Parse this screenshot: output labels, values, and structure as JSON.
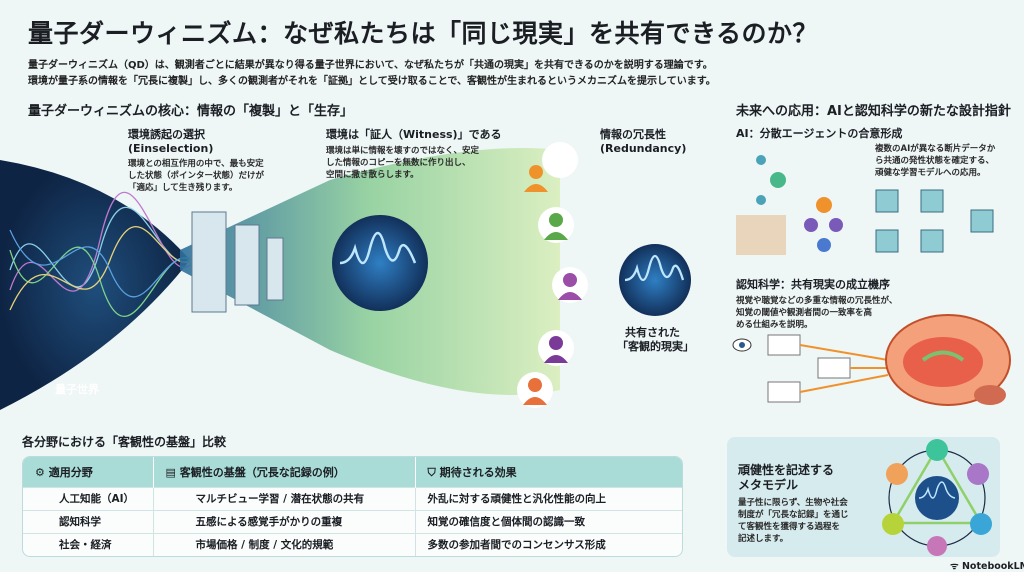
{
  "title": "量子ダーウィニズム：なぜ私たちは「同じ現実」を共有できるのか？",
  "subtitle": [
    "量子ダーウィニズム（QD）は、観測者ごとに結果が異なり得る量子世界において、なぜ私たちが「共通の現実」を共有できるのかを説明する理論です。",
    "環境が量子系の情報を「冗長に複製」し、多くの観測者がそれを「証拠」として受け取ることで、客観性が生まれるというメカニズムを提示しています。"
  ],
  "core": {
    "heading": "量子ダーウィニズムの核心：情報の「複製」と「生存」",
    "quantum_world": "量子世界",
    "einselection": {
      "title": "環境誘起の選択",
      "title_en": "(Einselection)",
      "body": [
        "環境との相互作用の中で、最も安定",
        "した状態（ポインター状態）だけが",
        "「適応」して生き残ります。"
      ]
    },
    "witness": {
      "title": "環境は「証人（Witness)」である",
      "body": [
        "環境は単に情報を壊すのではなく、安定",
        "した情報のコピーを無数に作り出し、",
        "空間に撒き散らします。"
      ]
    },
    "redundancy": {
      "title": "情報の冗長性",
      "title_en": "(Redundancy)"
    },
    "shared": [
      "共有された",
      "「客観的現実」"
    ]
  },
  "future": {
    "heading": "未来への応用：AIと認知科学の新たな設計指針",
    "ai": {
      "title": "AI：分散エージェントの合意形成",
      "body": [
        "複数のAIが異なる断片データか",
        "ら共通の発性状態を確定する、",
        "頑健な学習モデルへの応用。"
      ]
    },
    "cog": {
      "title": "認知科学：共有現実の成立機序",
      "body": [
        "視覚や聴覚などの多重な情報の冗長性が、",
        "知覚の閾値や観測者間の一致率を高",
        "める仕組みを説明。"
      ]
    }
  },
  "comparison": {
    "heading": "各分野における「客観性の基盤」比較",
    "columns": [
      "適用分野",
      "客観性の基盤（冗長な記録の例）",
      "期待される効果"
    ],
    "rows": [
      [
        "人工知能（AI）",
        "マルチビュー学習 / 潜在状態の共有",
        "外乱に対する頑健性と汎化性能の向上"
      ],
      [
        "認知科学",
        "五感による感覚手がかりの重複",
        "知覚の確信度と個体間の認識一致"
      ],
      [
        "社会・経済",
        "市場価格 / 制度 / 文化的規範",
        "多数の参加者間でのコンセンサス形成"
      ]
    ]
  },
  "meta": {
    "title": [
      "頑健性を記述する",
      "メタモデル"
    ],
    "body": [
      "量子性に限らず、生物や社会",
      "制度が「冗長な記録」を通じ",
      "て客観性を獲得する過程を",
      "記述します。"
    ]
  },
  "brand": "NotebookLM",
  "colors": {
    "teal": "#a9dcd6",
    "navy": "#16365f",
    "orange": "#f0922b",
    "green": "#5aa84a",
    "purple": "#9a4ea8"
  }
}
